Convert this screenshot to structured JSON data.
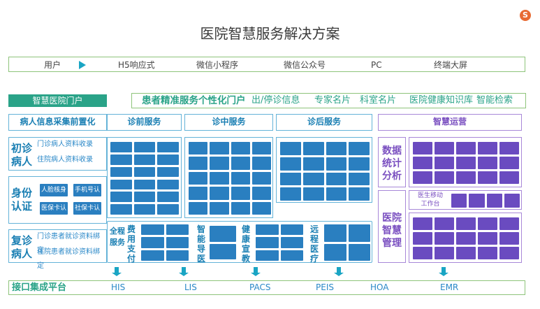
{
  "title": "医院智慧服务解决方案",
  "logo_text": "S",
  "users_row": {
    "label": "用户",
    "channels": [
      "H5响应式",
      "微信小程序",
      "微信公众号",
      "PC",
      "终端大屏"
    ]
  },
  "portal": {
    "tab": "智慧医院门户",
    "main": "患者精准服务个性化门户",
    "items": [
      "出/停诊信息",
      "专家名片",
      "科室名片",
      "医院健康知识库",
      "智能检索"
    ]
  },
  "left_panel": {
    "header": "病人信息采集前置化",
    "initial_title": "初诊\n病人",
    "initial_items": [
      "门诊病人资料收录",
      "住院病人资料收录"
    ],
    "identity_title": "身份\n认证",
    "identity_items": [
      "人脸核身",
      "手机号认证",
      "医保卡认证",
      "社保卡认证"
    ],
    "revisit_title": "复诊\n病人",
    "revisit_items": [
      "门诊患者就诊资料绑定",
      "住院患者就诊资料绑定"
    ]
  },
  "pre_service": {
    "header": "诊前服务"
  },
  "mid_service": {
    "header": "诊中服务"
  },
  "post_service": {
    "header": "诊后服务"
  },
  "whole_process": {
    "label": "全程\n服务",
    "segments": [
      "费用支付",
      "智能导医",
      "健康宣教",
      "远程医疗"
    ]
  },
  "smart_ops": {
    "header": "智慧运营",
    "data_title": "数据\n统计\n分析",
    "mgmt_title": "医院\n智慧\n管理",
    "mobile_office": "医生移动\n工作台"
  },
  "interface": {
    "label": "接口集成平台",
    "systems": [
      "HIS",
      "LIS",
      "PACS",
      "PEIS",
      "HOA",
      "EMR"
    ]
  },
  "colors": {
    "green": "#2aa388",
    "blue": "#2a7fc0",
    "purple": "#6a4bc0",
    "cyan": "#1aa5c4"
  }
}
